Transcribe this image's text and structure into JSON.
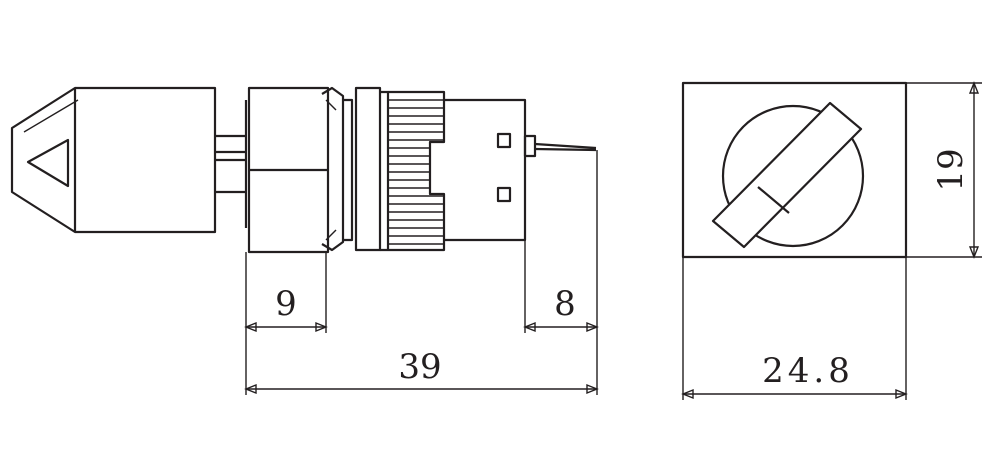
{
  "dimensions": {
    "front_width": "9",
    "terminal_length": "8",
    "overall_length": "39",
    "panel_width": "24.8",
    "panel_height": "19"
  },
  "colors": {
    "line": "#231f20",
    "background": "#ffffff"
  }
}
